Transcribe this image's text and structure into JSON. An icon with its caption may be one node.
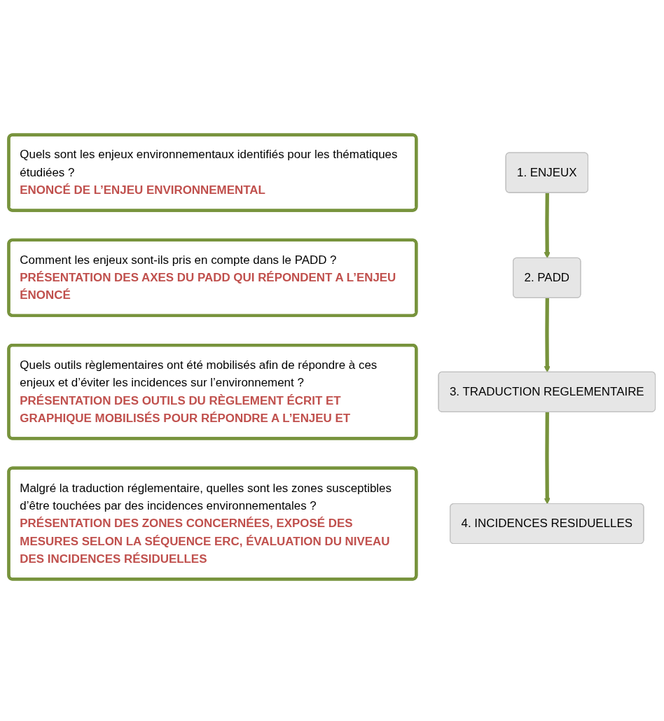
{
  "diagram": {
    "nodes": [
      {
        "text": [
          "Quels sont les enjeux environnementaux identifiés pour les thématiques étudiées ?",
          "ENONCÉ DE L’ENJEU ENVIRONNEMENTAL"
        ]
      },
      {
        "text": [
          "1. ENJEUX"
        ]
      },
      {
        "text": [
          "Comment les enjeux sont-ils pris en compte dans le PADD ?",
          "PRÉSENTATION DES AXES DU PADD QUI RÉPONDENT A L’ENJEU ÉNONCÉ"
        ]
      },
      {
        "text": [
          "2. PADD"
        ]
      },
      {
        "text": [
          "Quels outils règlementaires ont été mobilisés afin de répondre à ces enjeux et d’éviter les incidences sur l’environnement ?",
          "PRÉSENTATION DES OUTILS DU RÈGLEMENT ÉCRIT ET GRAPHIQUE MOBILISÉS POUR RÉPONDRE A L’ENJEU ET"
        ]
      },
      {
        "text": [
          "3. TRADUCTION REGLEMENTAIRE"
        ]
      },
      {
        "text": [
          "Malgré la traduction réglementaire, quelles sont les zones susceptibles d’être touchées par des incidences environnementales ?",
          "PRÉSENTATION DES ZONES CONCERNÉES, EXPOSÉ DES MESURES SELON LA SÉQUENCE ERC, ÉVALUATION DU NIVEAU DES INCIDENCES RÉSIDUELLES"
        ]
      },
      {
        "text": [
          "4. INCIDENCES RESIDUELLES"
        ]
      }
    ],
    "edges": [
      {
        "from": 1,
        "to": 3,
        "arrow": "to"
      },
      {
        "from": 3,
        "to": 5,
        "arrow": "to"
      },
      {
        "from": 5,
        "to": 7,
        "arrow": "to"
      }
    ]
  }
}
